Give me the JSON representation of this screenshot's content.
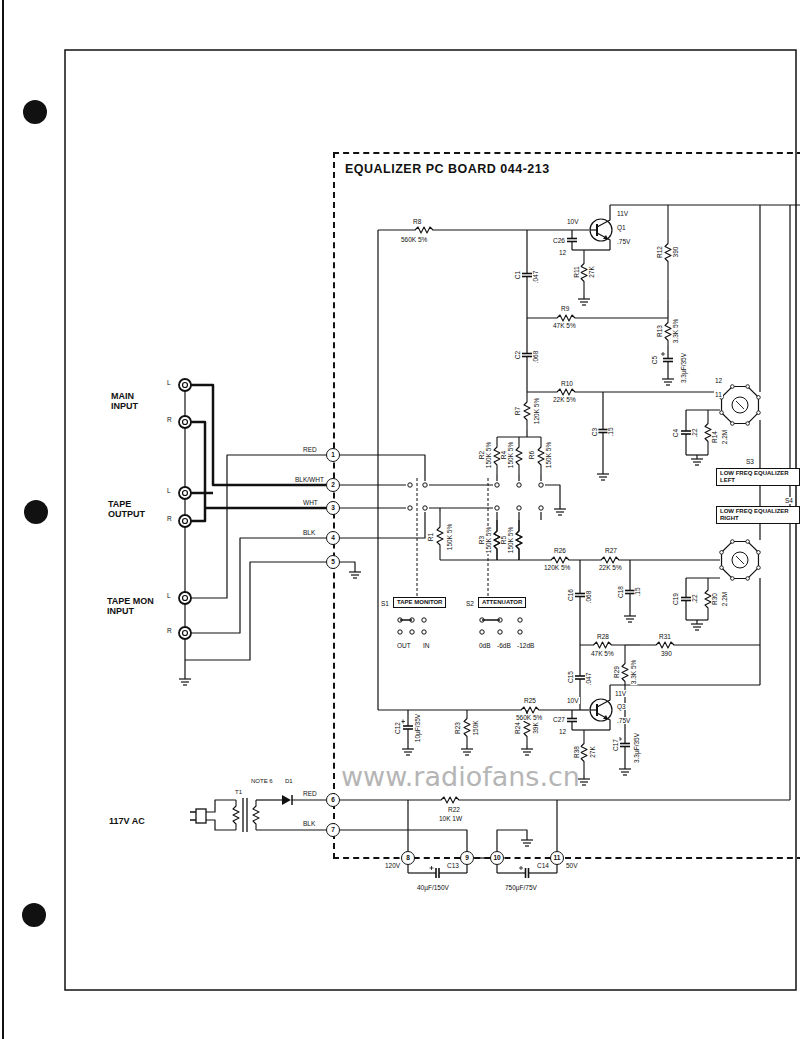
{
  "diagram": {
    "title": "EQUALIZER PC BOARD 044-213",
    "nodes": [
      {
        "text": [
          "EQUALIZER PC BOARD 044-213"
        ]
      },
      {
        "text": [
          "1"
        ],
        "in": 0
      },
      {
        "text": [
          "2"
        ],
        "in": 0
      },
      {
        "text": [
          "3"
        ],
        "in": 0
      },
      {
        "text": [
          "4"
        ],
        "in": 0
      },
      {
        "text": [
          "5"
        ],
        "in": 0
      },
      {
        "text": [
          "6"
        ],
        "in": 0
      },
      {
        "text": [
          "7"
        ],
        "in": 0
      },
      {
        "text": [
          "8"
        ],
        "in": 0
      },
      {
        "text": [
          "9"
        ],
        "in": 0
      },
      {
        "text": [
          "10"
        ],
        "in": 0
      },
      {
        "text": [
          "11"
        ],
        "in": 0
      },
      {
        "text": [
          "TAPE MONITOR"
        ],
        "in": 0
      },
      {
        "text": [
          "ATTENUATOR"
        ],
        "in": 0
      },
      {
        "text": [
          "LOW FREQ EQUALIZER LEFT"
        ],
        "in": 0
      },
      {
        "text": [
          "LOW FREQ EQUALIZER RIGHT"
        ],
        "in": 0
      }
    ],
    "edges": [
      {
        "from": 9,
        "to": 10,
        "arrow": "none"
      }
    ],
    "labels": [
      "MAIN INPUT",
      "L",
      "R",
      "TAPE OUTPUT",
      "L",
      "R",
      "TAPE MON INPUT",
      "L",
      "R",
      "117V AC",
      "NOTE 6",
      "D1",
      "T1",
      "RED",
      "BLK",
      "RED",
      "BLK/WHT",
      "WHT",
      "BLK",
      "www.radiofans.cn",
      "R8",
      "560K 5%",
      "10V",
      "Q1",
      "11V",
      "C26",
      "12",
      ".75V",
      "R11",
      "27K",
      "R12",
      "390",
      "C1",
      ".047",
      "R9",
      "47K 5%",
      "R13",
      "3.3K 5%",
      "C5",
      "3.3µF/35V",
      "C2",
      ".068",
      "R10",
      "22K 5%",
      "R7",
      "120K 5%",
      "C3",
      ".15",
      "C4",
      ".22",
      "R14",
      "2.2M",
      "12",
      "11",
      "S3",
      "S4",
      "R2",
      "150K 5%",
      "R4",
      "150K 5%",
      "R6",
      "150K 5%",
      "R1",
      "150K 5%",
      "R3",
      "150K 5%",
      "R5",
      "150K 5%",
      "R26",
      "120K 5%",
      "R27",
      "22K 5%",
      "C16",
      ".068",
      "C18",
      ".15",
      "C19",
      ".22",
      "R30",
      "2.2M",
      "R28",
      "47K 5%",
      "R31",
      "390",
      "C15",
      ".047",
      "R29",
      "3.3K 5%",
      "R25",
      "560K 5%",
      "10V",
      "Q3",
      "11V",
      ".75V",
      "C27",
      "12",
      "R38",
      "27K",
      "C17",
      "3.3µF/35V",
      "C12",
      "10µF/35V",
      "R23",
      "150K",
      "R24",
      "39K",
      "R22",
      "10K 1W",
      "120V",
      "C13",
      "40µF/150V",
      "C14",
      "750µF/75V",
      "50V",
      "S1",
      "OUT",
      "IN",
      "S2",
      "0dB",
      "-6dB",
      "-12dB"
    ]
  }
}
